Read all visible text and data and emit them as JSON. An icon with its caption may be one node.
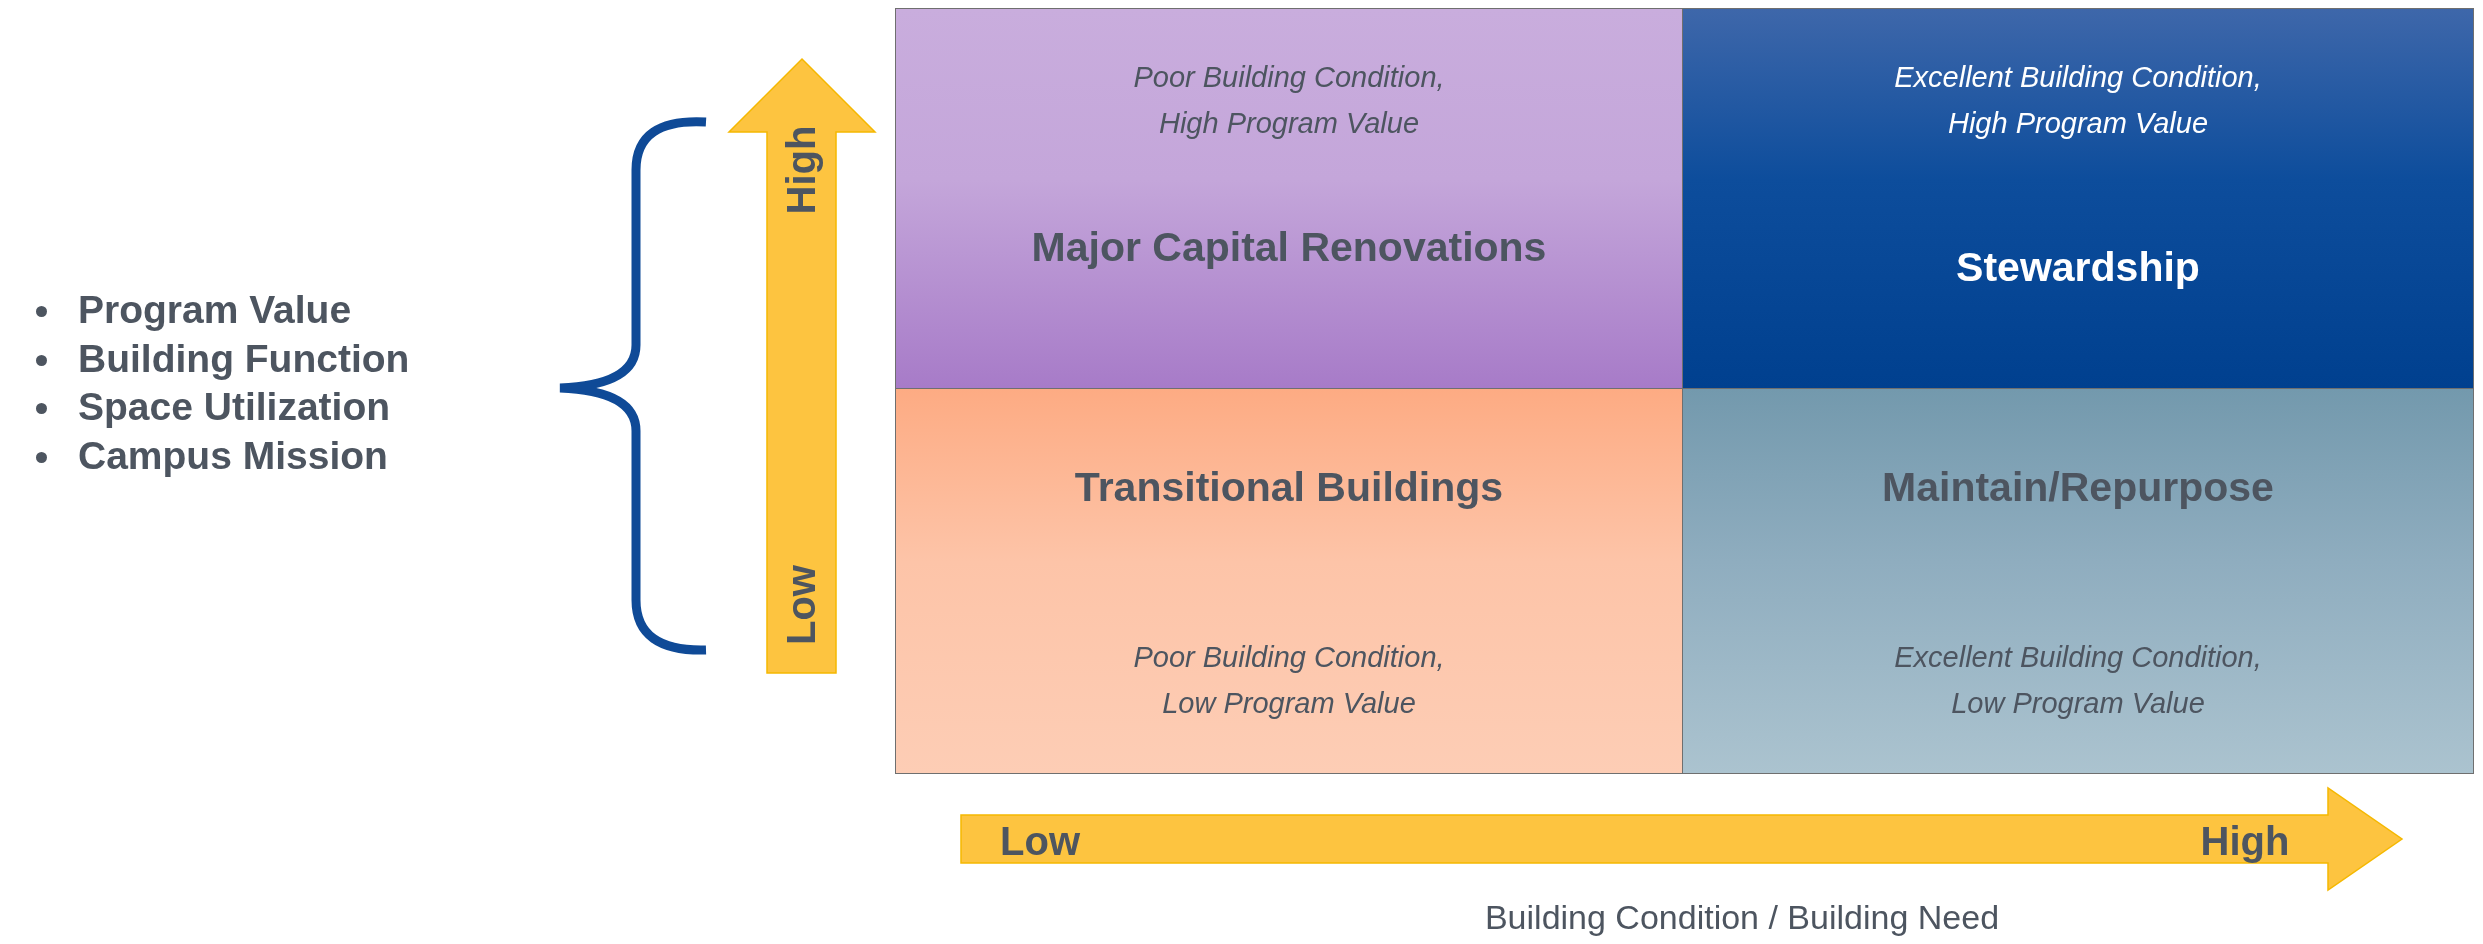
{
  "diagram": {
    "caption": "Building Condition / Building Need",
    "nodes": [
      {
        "text": [
          "Poor Building Condition, High Program Value",
          "Major Capital Renovations"
        ]
      },
      {
        "text": [
          "Excellent Building Condition, High Program Value",
          "Stewardship"
        ]
      },
      {
        "text": [
          "Transitional Buildings",
          "Poor Building Condition, Low Program Value"
        ]
      },
      {
        "text": [
          "Maintain/Repurpose",
          "Excellent Building Condition, Low Program Value"
        ]
      }
    ],
    "labels": [
      "Program Value",
      "Building Function",
      "Space Utilization",
      "Campus Mission",
      "High",
      "Low",
      "Low",
      "High"
    ]
  }
}
